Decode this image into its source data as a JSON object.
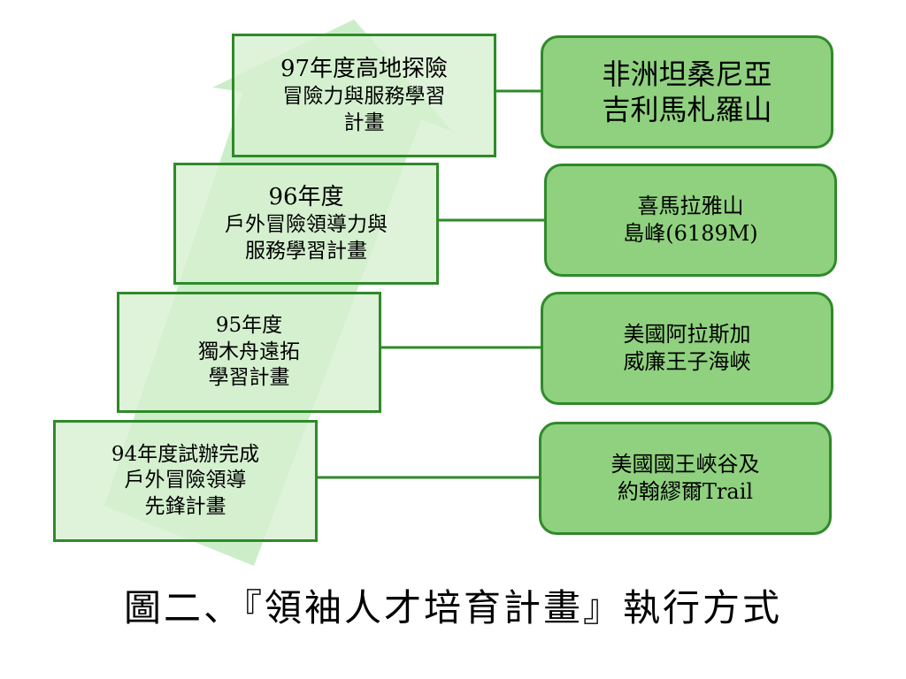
{
  "plans": [
    {
      "lines": [
        "94年度試辦完成",
        "戶外冒險領導",
        "先鋒計畫"
      ]
    },
    {
      "lines": [
        "95年度",
        "獨木舟遠拓",
        "學習計畫"
      ]
    },
    {
      "lines": [
        "96年度",
        "戶外冒險領導力與",
        "服務學習計畫"
      ]
    },
    {
      "lines": [
        "97年度高地探險",
        "冒險力與服務學習",
        "計畫"
      ]
    }
  ],
  "destinations": [
    {
      "lines": [
        "美國國王峽谷及",
        "約翰繆爾Trail"
      ]
    },
    {
      "lines": [
        "美國阿拉斯加",
        "威廉王子海峽"
      ]
    },
    {
      "lines": [
        "喜馬拉雅山",
        "島峰(6189M)"
      ]
    },
    {
      "lines": [
        "非洲坦桑尼亞",
        "吉利馬札羅山"
      ]
    }
  ],
  "caption": "圖二、『領袖人才培育計畫』執行方式",
  "colors": {
    "box_border": "#2f8a2a",
    "plan_fill": "#d6f0d1",
    "destination_fill": "#8fd17f",
    "arrow_fill": "#c4ecc0"
  }
}
